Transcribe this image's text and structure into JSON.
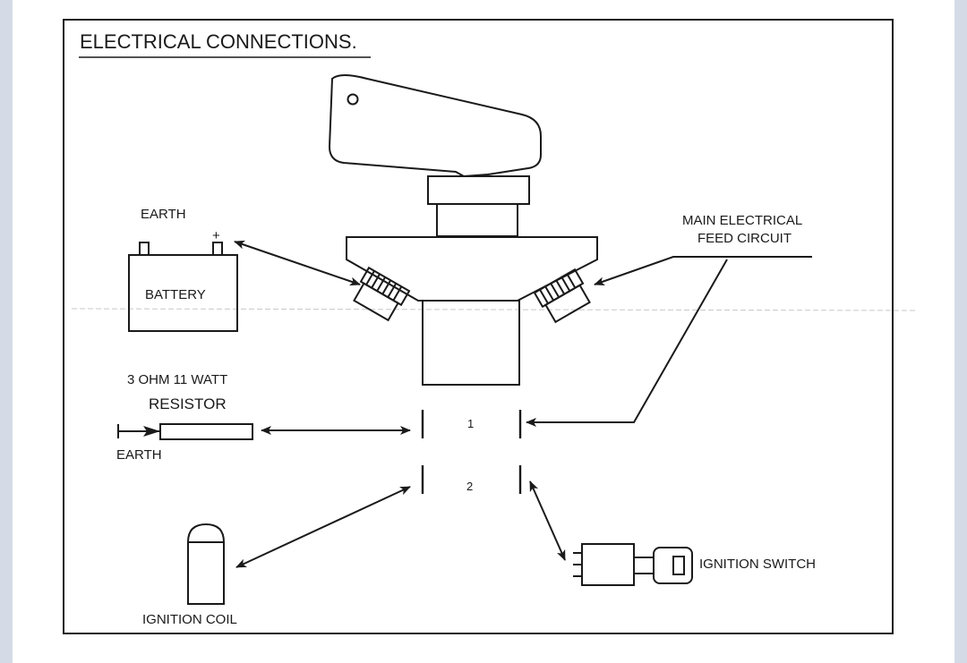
{
  "diagram": {
    "title": "ELECTRICAL CONNECTIONS.",
    "labels": {
      "earth_top": "EARTH",
      "battery": "BATTERY",
      "battery_plus": "+",
      "main_feed_line1": "MAIN ELECTRICAL",
      "main_feed_line2": "FEED CIRCUIT",
      "resistor_line1": "3 OHM 11 WATT",
      "resistor_line2": "RESISTOR",
      "earth_bottom": "EARTH",
      "terminal_1": "1",
      "terminal_2": "2",
      "ignition_switch": "IGNITION SWITCH",
      "ignition_coil": "IGNITION COIL"
    }
  }
}
